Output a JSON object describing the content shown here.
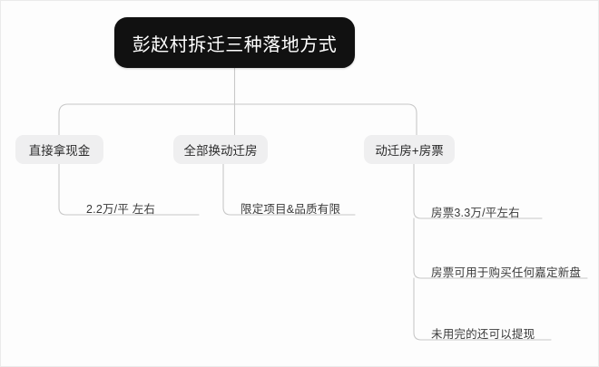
{
  "diagram": {
    "type": "tree-mindmap",
    "root": {
      "label": "彭赵村拆迁三种落地方式",
      "color": "#111111",
      "text_color": "#ffffff"
    },
    "branch_style": {
      "fill": "#efeff0",
      "text_color": "#2b2b2b"
    },
    "connector_color": "#c8c8c8",
    "background": "#fdfdfd",
    "branches": [
      {
        "label": "直接拿现金",
        "leaves": [
          {
            "label": "2.2万/平 左右"
          }
        ]
      },
      {
        "label": "全部换动迁房",
        "leaves": [
          {
            "label": "限定项目&品质有限"
          }
        ]
      },
      {
        "label": "动迁房+房票",
        "leaves": [
          {
            "label": "房票3.3万/平左右"
          },
          {
            "label": "房票可用于购买任何嘉定新盘"
          },
          {
            "label": "未用完的还可以提现"
          }
        ]
      }
    ]
  }
}
